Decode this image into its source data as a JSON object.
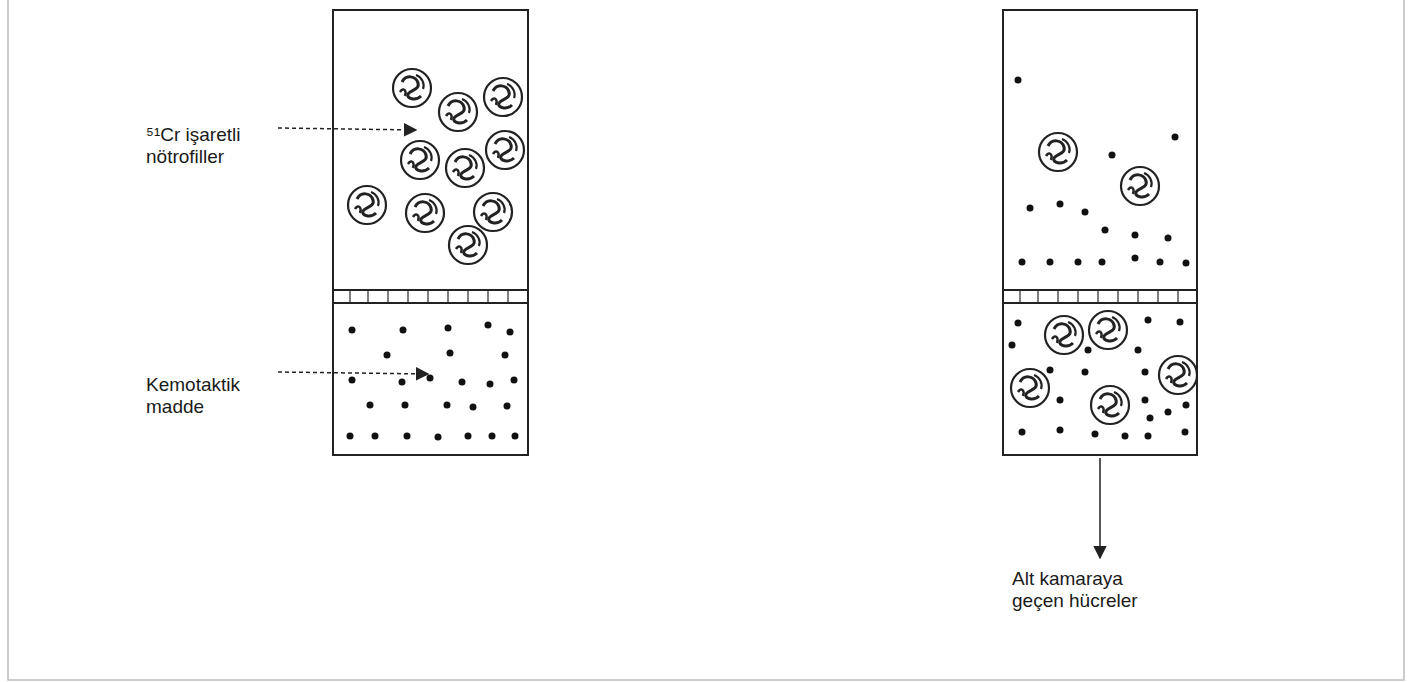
{
  "diagram": {
    "labels": [
      "⁵¹Cr işaretli nötrofiller",
      "Kemotaktik madde",
      "Alt kamaraya geçen hücreler"
    ]
  }
}
